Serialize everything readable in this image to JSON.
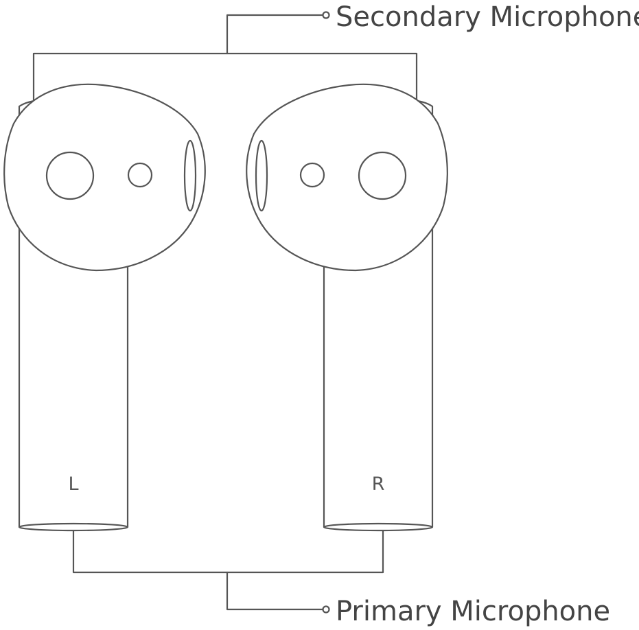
{
  "labels": {
    "secondary_microphone": "Secondary Microphone",
    "primary_microphone": "Primary Microphone",
    "left": "L",
    "right": "R"
  },
  "colors": {
    "line": "#555555",
    "text": "#444444",
    "background": "#ffffff"
  }
}
